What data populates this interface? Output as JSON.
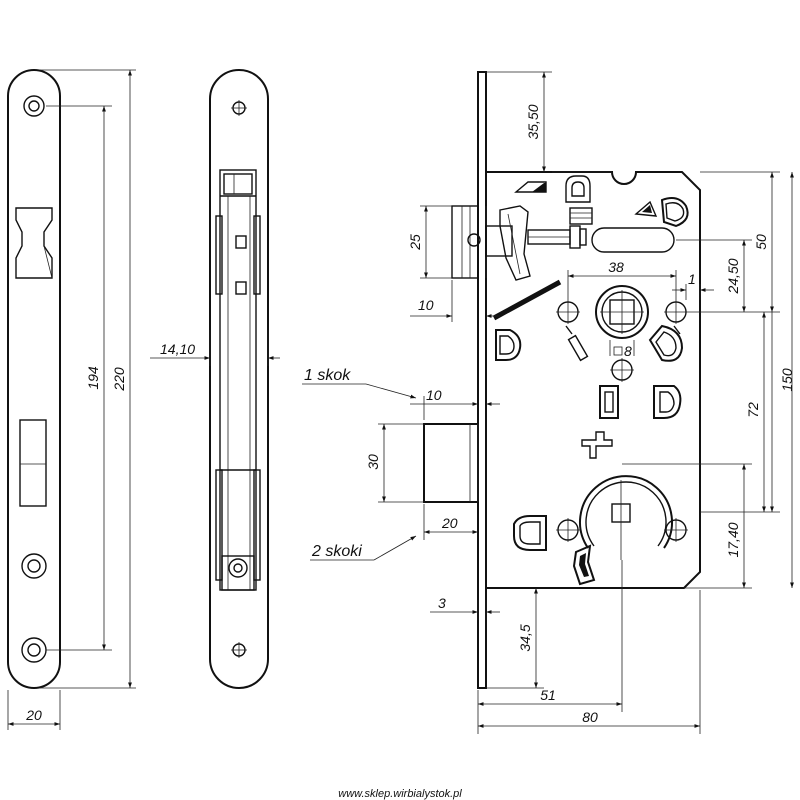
{
  "views": {
    "front": {
      "dims": {
        "height_total": "220",
        "hole_spacing": "194",
        "width": "20"
      }
    },
    "side": {
      "dims": {
        "offset": "14,10"
      }
    },
    "main": {
      "labels": {
        "one_throw": "1 skok",
        "two_throws": "2 skoki"
      },
      "dims": {
        "top_offset": "35,50",
        "latch_height": "25",
        "latch_projection": "10",
        "spindle_spacing": "38",
        "spindle_offset": "1",
        "d_24_50": "24,50",
        "d_50": "50",
        "square": "8",
        "deadbolt_projection": "10",
        "deadbolt_height": "30",
        "deadbolt_depth": "20",
        "d_72": "72",
        "d_150": "150",
        "d_17_40": "17,40",
        "faceplate_thickness": "3",
        "bottom_offset": "34,5",
        "backset": "51",
        "case_width": "80"
      }
    }
  },
  "watermark": "www.sklep.wirbialystok.pl"
}
